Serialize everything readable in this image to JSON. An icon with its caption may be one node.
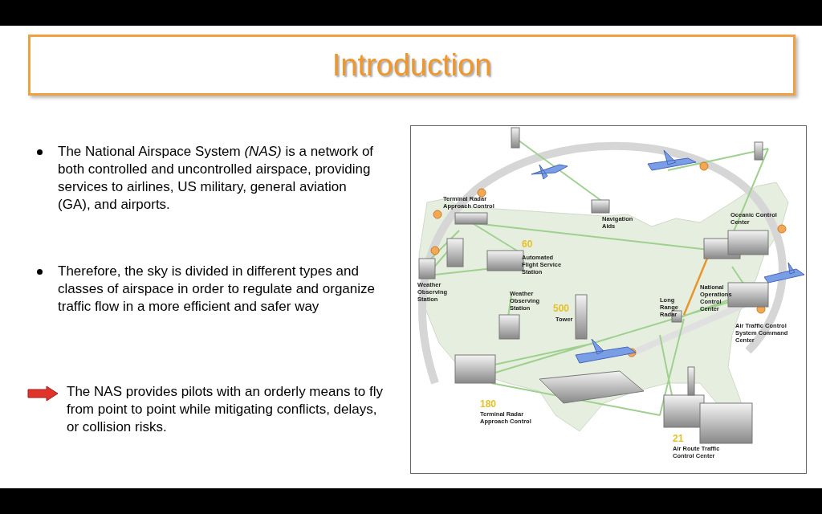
{
  "diagram": {
    "title": "Introduction",
    "labels": [
      "The National Airspace System *(NAS)* is a network of both controlled and uncontrolled airspace, providing services to airlines, US military, general aviation (GA), and airports.",
      "Therefore, the sky is divided in different types and classes of airspace in order to regulate and organize traffic flow in a more efficient and safer way",
      "The NAS provides pilots with an orderly means to fly from point to point while mitigating conflicts, delays, or collision risks.",
      "Terminal Radar Approach Control",
      "Navigation Aids",
      "Oceanic Control Center",
      "60",
      "Automated Flight Service Station",
      "Weather Observing Station",
      "National Operations Control Center",
      "Weather Observing Station",
      "500",
      "Tower",
      "Long Range Radar",
      "Air Traffic Control System Command Center",
      "180",
      "Terminal Radar Approach Control",
      "21",
      "Air Route Traffic Control Center"
    ]
  }
}
